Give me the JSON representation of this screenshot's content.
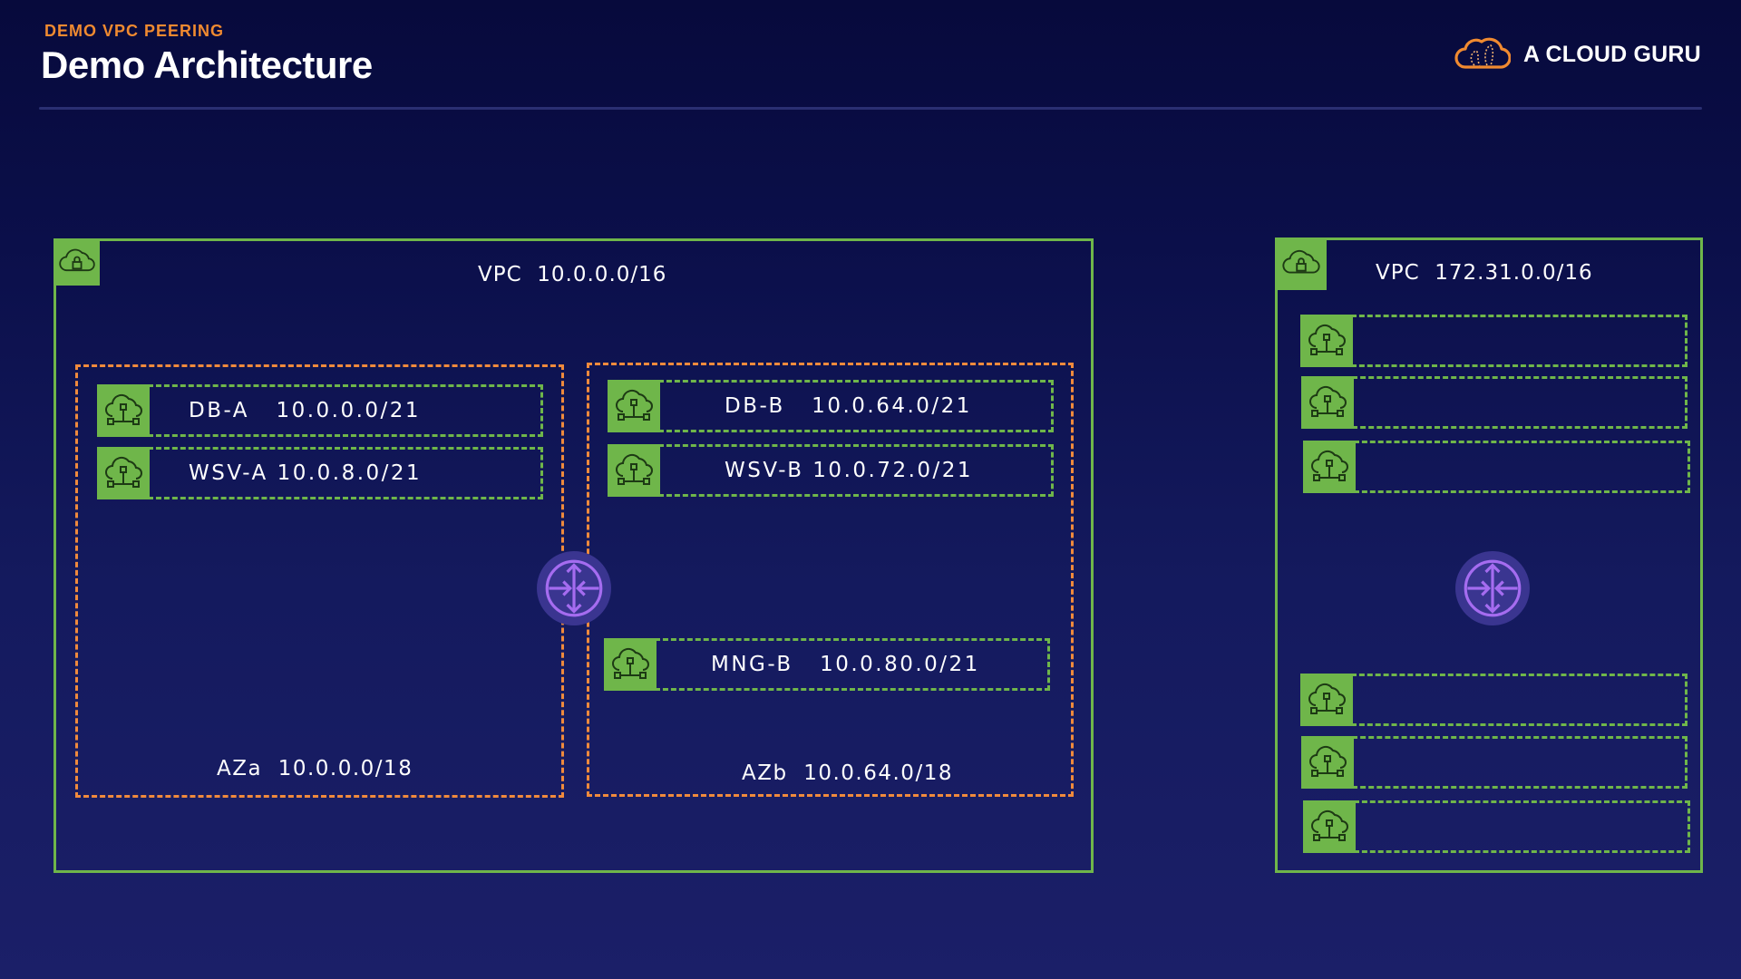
{
  "header": {
    "subtitle": "DEMO VPC PEERING",
    "title": "Demo Architecture",
    "brand": "A CLOUD GURU"
  },
  "colors": {
    "vpc_green": "#6fb64a",
    "az_orange": "#f08a3c",
    "router_purple": "#a56cf0",
    "subtitle_orange": "#f08a30",
    "background": "#0b0f4a"
  },
  "vpc_left": {
    "label": "VPC  10.0.0.0/16",
    "icon": "vpc-lock-cloud-icon",
    "az_a": {
      "label": "AZa  10.0.0.0/18",
      "subnets": [
        {
          "label": "DB-A   10.0.0.0/21",
          "icon": "subnet-cloud-icon"
        },
        {
          "label": "WSV-A 10.0.8.0/21",
          "icon": "subnet-cloud-icon"
        }
      ]
    },
    "az_b": {
      "label": "AZb  10.0.64.0/18",
      "subnets": [
        {
          "label": "DB-B   10.0.64.0/21",
          "icon": "subnet-cloud-icon"
        },
        {
          "label": "WSV-B 10.0.72.0/21",
          "icon": "subnet-cloud-icon"
        },
        {
          "label": "MNG-B   10.0.80.0/21",
          "icon": "subnet-cloud-icon"
        }
      ]
    },
    "router_icon": "router-icon"
  },
  "vpc_right": {
    "label": "VPC  172.31.0.0/16",
    "icon": "vpc-lock-cloud-icon",
    "subnets": [
      {
        "label": ""
      },
      {
        "label": ""
      },
      {
        "label": ""
      },
      {
        "label": ""
      },
      {
        "label": ""
      },
      {
        "label": ""
      }
    ],
    "router_icon": "router-icon"
  }
}
